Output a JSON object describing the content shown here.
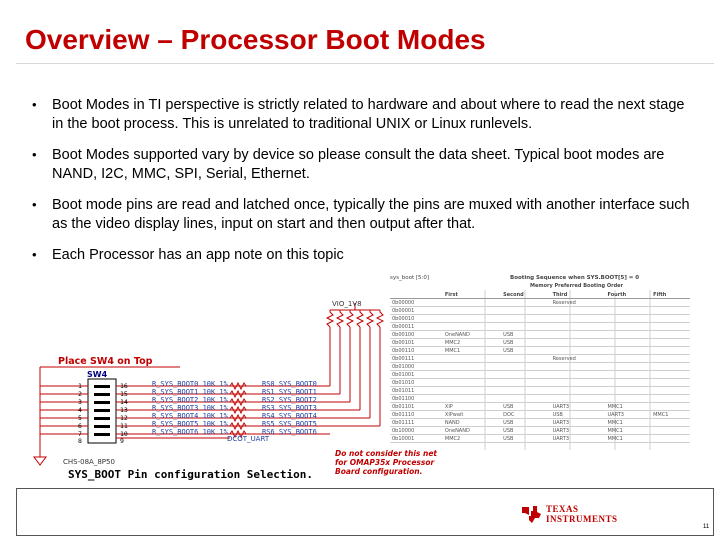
{
  "slide": {
    "title": "Overview – Processor Boot Modes",
    "bullets": [
      "Boot Modes in TI perspective is strictly related to hardware and about where to read the next stage in the boot process. This is unrelated to traditional UNIX or Linux runlevels.",
      "Boot Modes supported vary by device so please consult the data sheet. Typical boot modes are NAND, I2C, MMC, SPI, Serial, Ethernet.",
      "Boot mode pins are read and latched once, typically the pins are muxed with another interface such as the video display lines, input on start and then output after that.",
      "Each Processor has an app note on this topic"
    ],
    "page_number": "11"
  },
  "figure": {
    "place_label": "Place SW4 on Top",
    "switch_label": "SW4",
    "part_number": "CHS-08A_8P50",
    "caption": "SYS_BOOT Pin configuration Selection.",
    "note": "Do not consider this net for OMAP35x Processor Board configuration.",
    "vdd_label": "VIO_1V8",
    "dcot_label": "DCOT_UART",
    "table_label": "sys_boot [5:0]",
    "table_title": "Booting Sequence when SYS.BOOT[5] = 0",
    "table_subtitle": "Memory Preferred Booting Order",
    "table_headers": [
      "",
      "First",
      "Second",
      "Third",
      "Fourth",
      "Fifth"
    ],
    "table_rows": [
      [
        "0b00000",
        "",
        "",
        "Reserved",
        "",
        ""
      ],
      [
        "0b00001",
        "",
        "",
        "",
        "",
        ""
      ],
      [
        "0b00010",
        "",
        "",
        "",
        "",
        ""
      ],
      [
        "0b00011",
        "",
        "",
        "",
        "",
        ""
      ],
      [
        "0b00100",
        "OneNAND",
        "USB",
        "",
        "",
        ""
      ],
      [
        "0b00101",
        "MMC2",
        "USB",
        "",
        "",
        ""
      ],
      [
        "0b00110",
        "MMC1",
        "USB",
        "",
        "",
        ""
      ],
      [
        "0b00111",
        "",
        "",
        "Reserved",
        "",
        ""
      ],
      [
        "0b01000",
        "",
        "",
        "",
        "",
        ""
      ],
      [
        "0b01001",
        "",
        "",
        "",
        "",
        ""
      ],
      [
        "0b01010",
        "",
        "",
        "",
        "",
        ""
      ],
      [
        "0b01011",
        "",
        "",
        "",
        "",
        ""
      ],
      [
        "0b01100",
        "",
        "",
        "",
        "",
        ""
      ],
      [
        "0b01101",
        "XIP",
        "USB",
        "UART3",
        "MMC1",
        ""
      ],
      [
        "0b01110",
        "XIPwait",
        "DOC",
        "USB",
        "UART3",
        "MMC1"
      ],
      [
        "0b01111",
        "NAND",
        "USB",
        "UART3",
        "MMC1",
        ""
      ],
      [
        "0b10000",
        "OneNAND",
        "USB",
        "UART3",
        "MMC1",
        ""
      ],
      [
        "0b10001",
        "MMC2",
        "USB",
        "UART3",
        "MMC1",
        ""
      ]
    ],
    "resistor_labels": [
      "R_SYS_BOOT0 10K 1%",
      "R_SYS_BOOT1 10K 1%",
      "R_SYS_BOOT2 10K 1%",
      "R_SYS_BOOT3 10K 1%",
      "R_SYS_BOOT4 10K 1%",
      "R_SYS_BOOT5 10K 1%",
      "R_SYS_BOOT6 10K 1%"
    ],
    "net_labels": [
      "RS0 SYS_BOOT0",
      "RS1 SYS_BOOT1",
      "RS2 SYS_BOOT2",
      "RS3 SYS_BOOT3",
      "RS4 SYS_BOOT4",
      "RS5 SYS_BOOT5",
      "RS6 SYS_BOOT6"
    ]
  },
  "footer": {
    "logo_line1": "TEXAS",
    "logo_line2": "INSTRUMENTS"
  },
  "colors": {
    "title": "#c00000",
    "schematic_wire": "#c00000",
    "schematic_label": "#1f3fa0"
  }
}
